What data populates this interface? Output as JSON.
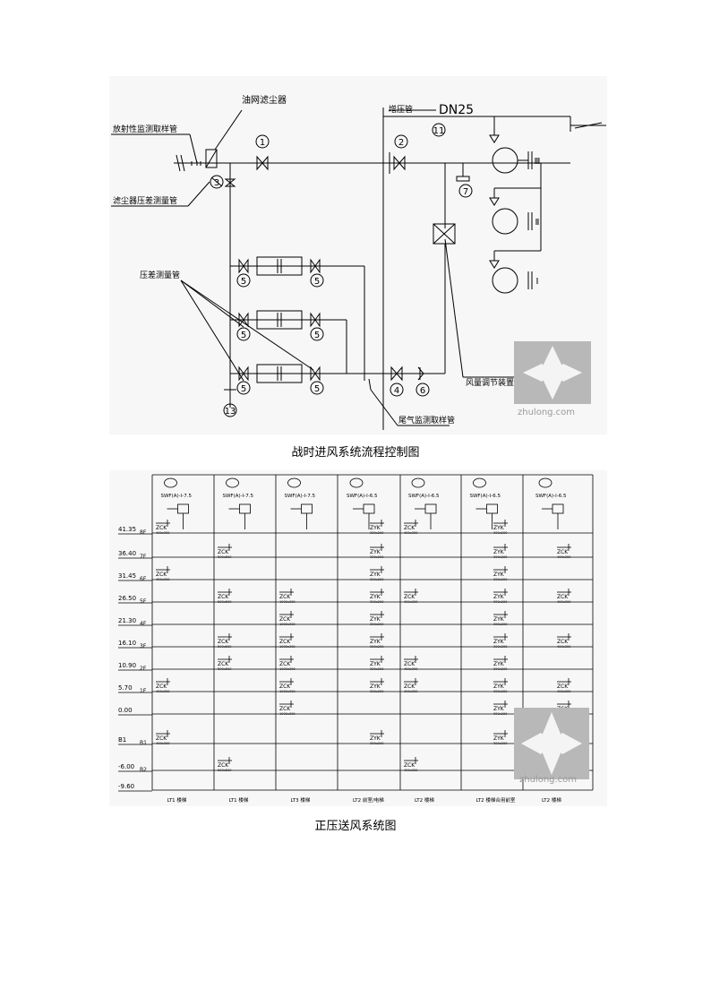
{
  "figure1": {
    "caption": "战时进风系统流程控制图",
    "labels": {
      "oil_filter": "油网滤尘器",
      "booster_pipe": "增压管",
      "dn": "DN25",
      "radiation_pipe": "放射性监测取样管",
      "filter_dp_pipe": "滤尘器压差测量管",
      "pressure_pipe": "压差测量管",
      "tail_gas_pipe": "尾气监测取样管",
      "airflow_device": "风量调节装置"
    },
    "markers": [
      "1",
      "2",
      "3",
      "4",
      "5",
      "6",
      "7",
      "11",
      "13"
    ],
    "fan_marks": [
      "Ⅲ",
      "Ⅱ",
      "Ⅰ"
    ]
  },
  "figure2": {
    "caption": "正压送风系统图",
    "elevations": [
      "41.35",
      "36.40",
      "31.45",
      "26.50",
      "21.30",
      "16.10",
      "10.90",
      "5.70",
      "0.00",
      "B1",
      "-6.00",
      "-9.60"
    ],
    "floors": [
      "8F",
      "7F",
      "6F",
      "5F",
      "4F",
      "3F",
      "2F",
      "1F",
      "",
      "B1",
      "B2"
    ],
    "columns": [
      "LT1 楼梯",
      "LT1 楼梯",
      "LT3 楼梯",
      "LT2 前室/电梯",
      "LT2 楼梯",
      "LT2 楼梯合用前室",
      "LT2 楼梯"
    ],
    "fans": [
      "SWF(A)-Ⅰ-7.5",
      "SWF(A)-Ⅰ-7.5",
      "SWF(A)-Ⅰ-7.5",
      "SWF(A)-Ⅰ-6.5",
      "SWF(A)-Ⅰ-6.5",
      "SWF(A)-Ⅰ-6.5",
      "SWF(A)-Ⅰ-6.5"
    ],
    "valve_tags": [
      "ZCK",
      "ZYK"
    ],
    "sizes": [
      "400x300",
      "500x500",
      "1000x300",
      "500x200",
      "300x200"
    ]
  },
  "watermark": "zhulong.com"
}
